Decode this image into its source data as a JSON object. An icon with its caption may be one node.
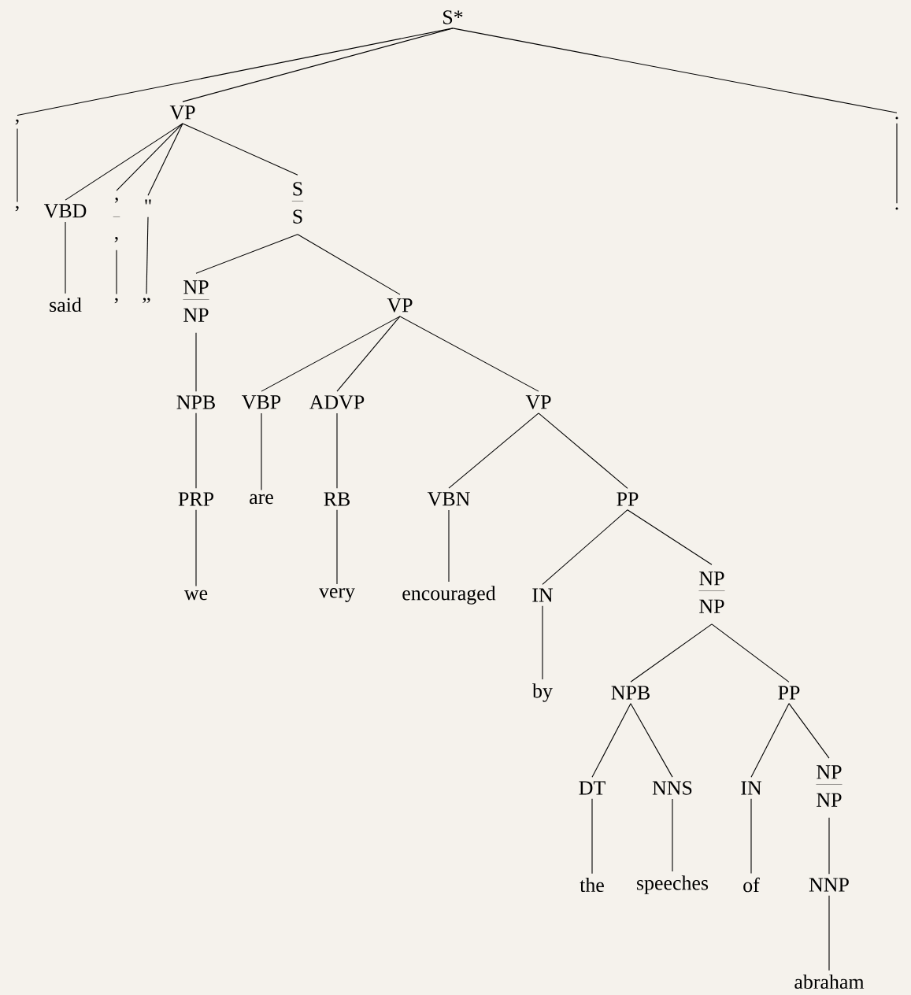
{
  "diagram": {
    "nodes": [
      {
        "text": [
          "S*"
        ]
      },
      {
        "text": [
          ","
        ]
      },
      {
        "text": [
          ","
        ]
      },
      {
        "text": [
          "VP"
        ]
      },
      {
        "text": [
          "VBD"
        ]
      },
      {
        "text": [
          "said"
        ]
      },
      {
        "text": [
          "’",
          ","
        ]
      },
      {
        "text": [
          ","
        ]
      },
      {
        "text": [
          "\""
        ]
      },
      {
        "text": [
          "”"
        ]
      },
      {
        "text": [
          "S",
          "S"
        ]
      },
      {
        "text": [
          "NP",
          "NP"
        ]
      },
      {
        "text": [
          "NPB"
        ]
      },
      {
        "text": [
          "PRP"
        ]
      },
      {
        "text": [
          "we"
        ]
      },
      {
        "text": [
          "VP"
        ]
      },
      {
        "text": [
          "VBP"
        ]
      },
      {
        "text": [
          "are"
        ]
      },
      {
        "text": [
          "ADVP"
        ]
      },
      {
        "text": [
          "RB"
        ]
      },
      {
        "text": [
          "very"
        ]
      },
      {
        "text": [
          "VP"
        ]
      },
      {
        "text": [
          "VBN"
        ]
      },
      {
        "text": [
          "encouraged"
        ]
      },
      {
        "text": [
          "PP"
        ]
      },
      {
        "text": [
          "IN"
        ]
      },
      {
        "text": [
          "by"
        ]
      },
      {
        "text": [
          "NP",
          "NP"
        ]
      },
      {
        "text": [
          "NPB"
        ]
      },
      {
        "text": [
          "PP"
        ]
      },
      {
        "text": [
          "DT"
        ]
      },
      {
        "text": [
          "the"
        ]
      },
      {
        "text": [
          "NNS"
        ]
      },
      {
        "text": [
          "speeches"
        ]
      },
      {
        "text": [
          "IN"
        ]
      },
      {
        "text": [
          "of"
        ]
      },
      {
        "text": [
          "NP",
          "NP"
        ]
      },
      {
        "text": [
          "NNP"
        ]
      },
      {
        "text": [
          "abraham"
        ]
      },
      {
        "text": [
          "."
        ]
      },
      {
        "text": [
          "."
        ]
      }
    ],
    "edges": [
      {
        "from": 0,
        "to": 1,
        "arrow": "none"
      },
      {
        "from": 0,
        "to": 3,
        "arrow": "none"
      },
      {
        "from": 0,
        "to": 39,
        "arrow": "none"
      },
      {
        "from": 1,
        "to": 2,
        "arrow": "none"
      },
      {
        "from": 3,
        "to": 4,
        "arrow": "none"
      },
      {
        "from": 3,
        "to": 6,
        "arrow": "none"
      },
      {
        "from": 3,
        "to": 8,
        "arrow": "none"
      },
      {
        "from": 3,
        "to": 10,
        "arrow": "none"
      },
      {
        "from": 4,
        "to": 5,
        "arrow": "none"
      },
      {
        "from": 6,
        "to": 7,
        "arrow": "none"
      },
      {
        "from": 8,
        "to": 9,
        "arrow": "none"
      },
      {
        "from": 10,
        "to": 11,
        "arrow": "none"
      },
      {
        "from": 10,
        "to": 15,
        "arrow": "none"
      },
      {
        "from": 11,
        "to": 12,
        "arrow": "none"
      },
      {
        "from": 12,
        "to": 13,
        "arrow": "none"
      },
      {
        "from": 13,
        "to": 14,
        "arrow": "none"
      },
      {
        "from": 15,
        "to": 16,
        "arrow": "none"
      },
      {
        "from": 15,
        "to": 18,
        "arrow": "none"
      },
      {
        "from": 15,
        "to": 21,
        "arrow": "none"
      },
      {
        "from": 16,
        "to": 17,
        "arrow": "none"
      },
      {
        "from": 18,
        "to": 19,
        "arrow": "none"
      },
      {
        "from": 19,
        "to": 20,
        "arrow": "none"
      },
      {
        "from": 21,
        "to": 22,
        "arrow": "none"
      },
      {
        "from": 21,
        "to": 24,
        "arrow": "none"
      },
      {
        "from": 22,
        "to": 23,
        "arrow": "none"
      },
      {
        "from": 24,
        "to": 25,
        "arrow": "none"
      },
      {
        "from": 24,
        "to": 27,
        "arrow": "none"
      },
      {
        "from": 25,
        "to": 26,
        "arrow": "none"
      },
      {
        "from": 27,
        "to": 28,
        "arrow": "none"
      },
      {
        "from": 27,
        "to": 29,
        "arrow": "none"
      },
      {
        "from": 28,
        "to": 30,
        "arrow": "none"
      },
      {
        "from": 28,
        "to": 32,
        "arrow": "none"
      },
      {
        "from": 29,
        "to": 34,
        "arrow": "none"
      },
      {
        "from": 29,
        "to": 36,
        "arrow": "none"
      },
      {
        "from": 30,
        "to": 31,
        "arrow": "none"
      },
      {
        "from": 32,
        "to": 33,
        "arrow": "none"
      },
      {
        "from": 34,
        "to": 35,
        "arrow": "none"
      },
      {
        "from": 36,
        "to": 37,
        "arrow": "none"
      },
      {
        "from": 37,
        "to": 38,
        "arrow": "none"
      },
      {
        "from": 39,
        "to": 40,
        "arrow": "none"
      }
    ]
  }
}
